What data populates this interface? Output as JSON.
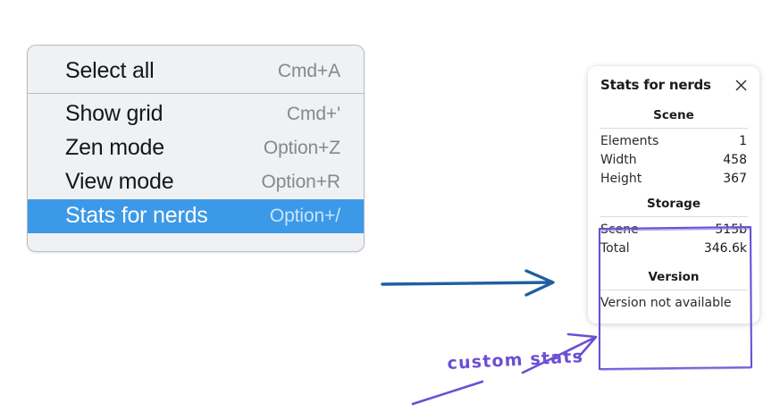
{
  "colors": {
    "menu_background": "#f0f1f3",
    "menu_border": "#b7bcc4",
    "menu_highlight": "#3c99e8",
    "annotation_purple": "#6a4fd4",
    "arrow_blue": "#1f5fa0",
    "panel_background": "#ffffff"
  },
  "context_menu": {
    "groups": [
      {
        "items": [
          {
            "label": "Select all",
            "shortcut": "Cmd+A",
            "selected": false
          }
        ]
      },
      {
        "items": [
          {
            "label": "Show grid",
            "shortcut": "Cmd+'",
            "selected": false
          },
          {
            "label": "Zen mode",
            "shortcut": "Option+Z",
            "selected": false
          },
          {
            "label": "View mode",
            "shortcut": "Option+R",
            "selected": false
          },
          {
            "label": "Stats for nerds",
            "shortcut": "Option+/",
            "selected": true
          }
        ]
      }
    ]
  },
  "stats_panel": {
    "title": "Stats for nerds",
    "close_icon": "close-icon",
    "sections": [
      {
        "heading": "Scene",
        "rows": [
          {
            "label": "Elements",
            "value": "1"
          },
          {
            "label": "Width",
            "value": "458"
          },
          {
            "label": "Height",
            "value": "367"
          }
        ]
      },
      {
        "heading": "Storage",
        "rows": [
          {
            "label": "Scene",
            "value": "515b"
          },
          {
            "label": "Total",
            "value": "346.6k"
          }
        ]
      },
      {
        "heading": "Version",
        "note": "Version not available"
      }
    ]
  },
  "annotations": {
    "custom_stats_label": "custom stats",
    "blue_arrow": "arrow-right-icon",
    "purple_highlight_box": "highlight-rectangle",
    "purple_arrow_upper": "arrow-pointer-icon",
    "purple_arrow_lower": "arrow-stroke-icon"
  }
}
